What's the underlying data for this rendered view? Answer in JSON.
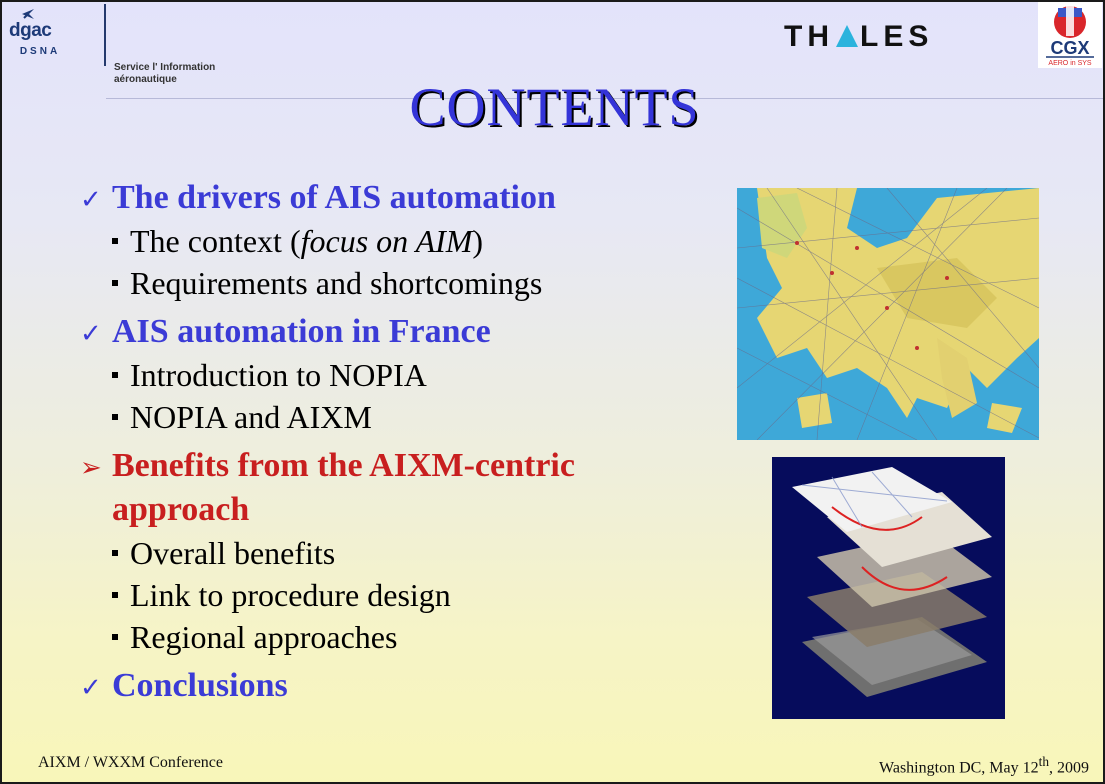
{
  "header": {
    "dgac_logo": "dgac",
    "dsna_logo": "DSNA",
    "service_line1": "Service l' Information",
    "service_line2": "aéronautique",
    "thales_logo": "THALES",
    "cgx_logo": "CGX",
    "cgx_tagline": "AERO in SYS"
  },
  "title": "CONTENTS",
  "sections": [
    {
      "title": "The drivers of AIS automation",
      "marker": "✓",
      "items": [
        {
          "text": "The context (",
          "italic": "focus on AIM",
          "after": ")"
        },
        {
          "text": "Requirements and shortcomings"
        }
      ]
    },
    {
      "title": "AIS automation in France",
      "marker": "✓",
      "items": [
        {
          "text": "Introduction to NOPIA"
        },
        {
          "text": "NOPIA and AIXM"
        }
      ]
    },
    {
      "title_line1": "Benefits from the AIXM-centric",
      "title_line2": "approach",
      "marker": "➢",
      "items": [
        {
          "text": "Overall benefits"
        },
        {
          "text": "Link to procedure design"
        },
        {
          "text": "Regional approaches"
        }
      ]
    },
    {
      "title": "Conclusions",
      "marker": "✓"
    }
  ],
  "footer": {
    "left": "AIXM / WXXM Conference",
    "right_prefix": "Washington DC, May 12",
    "right_sup": "th",
    "right_suffix": ", 2009"
  },
  "colors": {
    "title": "#3434d8",
    "section": "#3b3bd6",
    "active_section": "#c81f1f",
    "accent_line": "#24396d"
  },
  "icons": [
    "plane-icon",
    "check-icon",
    "arrow-bullet-icon",
    "square-bullet-icon",
    "europe-map-image",
    "map-layers-image"
  ]
}
